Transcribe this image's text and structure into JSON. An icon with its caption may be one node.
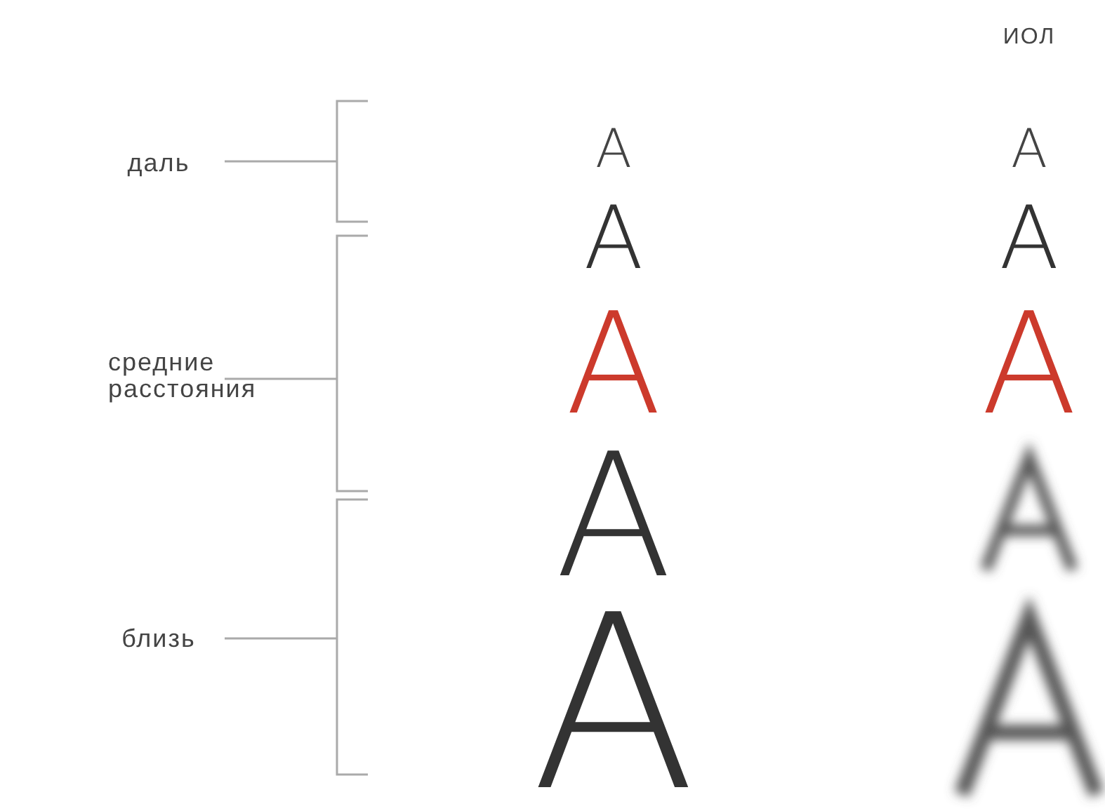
{
  "diagram": {
    "labels": [
      "ИОЛ",
      "даль",
      "А",
      "А",
      "А",
      "А",
      "средние расстояния",
      "А",
      "А",
      "А",
      "близь",
      "А"
    ]
  }
}
